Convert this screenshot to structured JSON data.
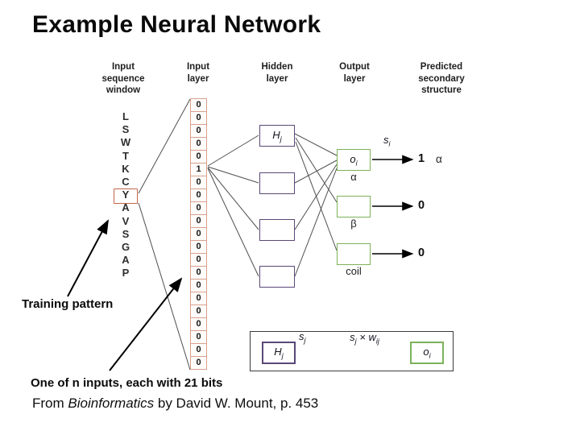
{
  "title": "Example Neural Network",
  "columns": {
    "input_window": "Input\nsequence\nwindow",
    "input_layer": "Input\nlayer",
    "hidden_layer": "Hidden\nlayer",
    "output_layer": "Output\nlayer",
    "predicted": "Predicted\nsecondary\nstructure"
  },
  "sequence": {
    "letters": [
      "L",
      "S",
      "W",
      "T",
      "K",
      "C",
      "Y",
      "A",
      "V",
      "S",
      "G",
      "A",
      "P"
    ],
    "highlighted_letter": "Y"
  },
  "input_layer": {
    "bits": [
      "0",
      "0",
      "0",
      "0",
      "0",
      "1",
      "0",
      "0",
      "0",
      "0",
      "0",
      "0",
      "0",
      "0",
      "0",
      "0",
      "0",
      "0",
      "0",
      "0",
      "0"
    ]
  },
  "hidden_layer": {
    "label": {
      "base": "H",
      "sub": "j"
    }
  },
  "output_layer": {
    "unit_label": {
      "base": "o",
      "sub": "i"
    },
    "class_labels": [
      "α",
      "β",
      "coil"
    ]
  },
  "predicted": {
    "signal_label": {
      "base": "s",
      "sub": "i"
    },
    "rows": [
      {
        "value": "1",
        "extra": "α"
      },
      {
        "value": "0",
        "extra": ""
      },
      {
        "value": "0",
        "extra": ""
      }
    ]
  },
  "inset": {
    "h_label": {
      "base": "H",
      "sub": "j"
    },
    "s_label": {
      "base": "s",
      "sub": "j"
    },
    "weight_label": {
      "s_base": "s",
      "s_sub": "j",
      "times": " × ",
      "w_base": "w",
      "w_sub": "ij"
    },
    "o_label": {
      "base": "o",
      "sub": "i"
    }
  },
  "annotations": {
    "training_pattern": "Training pattern",
    "inputs_note": "One of n inputs, each with 21 bits",
    "source_prefix": "From ",
    "source_italic": "Bioinformatics",
    "source_suffix": " by David W. Mount, p. 453"
  },
  "colors": {
    "purple": "#5a4878",
    "green": "#7cb25a",
    "cell": "#d8a08c",
    "highlight": "#c4654a",
    "line": "#4f4f4f"
  }
}
